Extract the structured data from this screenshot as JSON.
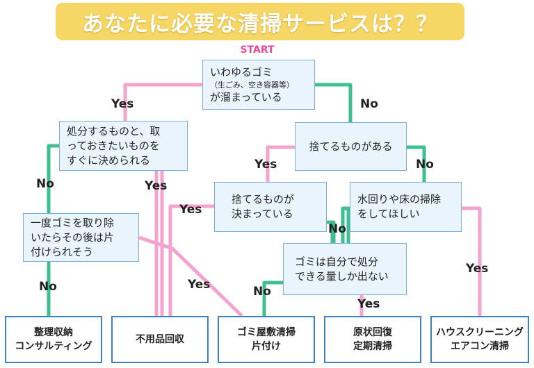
{
  "title": "あなたに必要な清掃サービスは？？",
  "start": "START",
  "colors": {
    "yes": "#f4a3cc",
    "no": "#3fbf8f",
    "box_border": "#7aaed6",
    "result_border": "#3b82c4",
    "banner": "#f6d766"
  },
  "questions": {
    "q1": {
      "line1": "いわゆるゴミ",
      "sub": "（生ごみ、空き容器等）",
      "line2": "が溜まっている"
    },
    "q2": {
      "line1": "処分するものと、取",
      "line2": "っておきたいものを",
      "line3": "すぐに決められる"
    },
    "q3": {
      "line1": "捨てるものがある"
    },
    "q4": {
      "line1": "一度ゴミを取り除",
      "line2": "いたらその後は片",
      "line3": "付けられそう"
    },
    "q5": {
      "line1": "捨てるものが",
      "line2": "決まっている"
    },
    "q6": {
      "line1": "水回りや床の掃除",
      "line2": "をしてほしい"
    },
    "q7": {
      "line1": "ゴミは自分で処分",
      "line2": "できる量しか出ない"
    }
  },
  "results": {
    "r1": {
      "line1": "整理収納",
      "line2": "コンサルティング"
    },
    "r2": {
      "line1": "不用品回収"
    },
    "r3": {
      "line1": "ゴミ屋敷清掃",
      "line2": "片付け"
    },
    "r4": {
      "line1": "原状回復",
      "line2": "定期清掃"
    },
    "r5": {
      "line1": "ハウスクリーニング",
      "line2": "エアコン清掃"
    }
  },
  "labels": {
    "yes": "Yes",
    "no": "No"
  }
}
